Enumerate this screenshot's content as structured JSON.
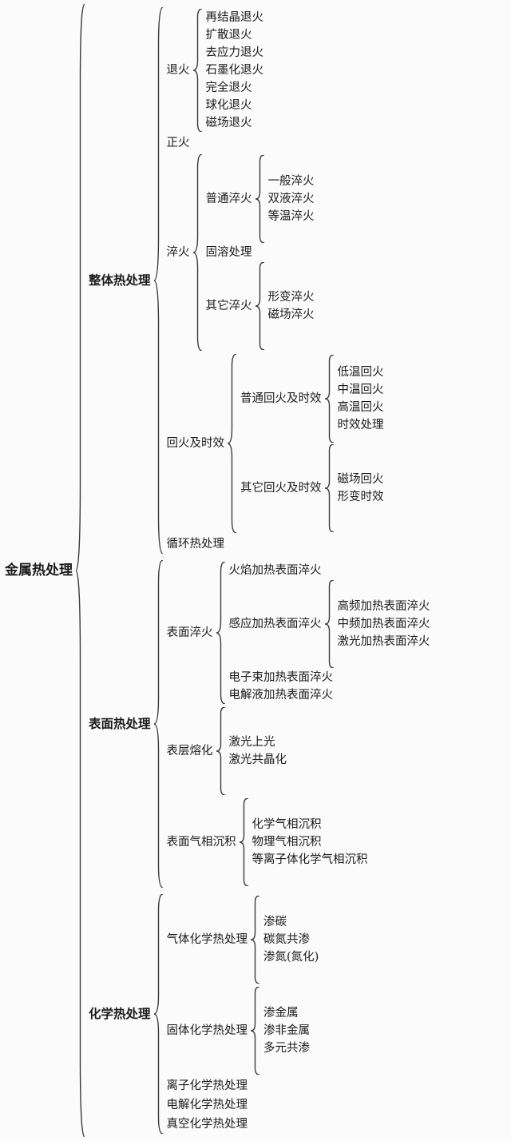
{
  "colors": {
    "background": "#fbfbfb",
    "text": "#1b1b1b",
    "line": "#3a3a3a"
  },
  "chart_title": "金属热处理",
  "tree": {
    "label": "金属热处理",
    "children": [
      {
        "label": "整体热处理",
        "children": [
          {
            "label": "退火",
            "children": [
              {
                "label": "再结晶退火"
              },
              {
                "label": "扩散退火"
              },
              {
                "label": "去应力退火"
              },
              {
                "label": "石墨化退火"
              },
              {
                "label": "完全退火"
              },
              {
                "label": "球化退火"
              },
              {
                "label": "磁场退火"
              }
            ]
          },
          {
            "label": "正火"
          },
          {
            "label": "淬火",
            "children": [
              {
                "label": "普通淬火",
                "children": [
                  {
                    "label": "一般淬火"
                  },
                  {
                    "label": "双液淬火"
                  },
                  {
                    "label": "等温淬火"
                  }
                ]
              },
              {
                "label": "固溶处理"
              },
              {
                "label": "其它淬火",
                "children": [
                  {
                    "label": "形变淬火"
                  },
                  {
                    "label": "磁场淬火"
                  }
                ]
              }
            ]
          },
          {
            "label": "回火及时效",
            "children": [
              {
                "label": "普通回火及时效",
                "children": [
                  {
                    "label": "低温回火"
                  },
                  {
                    "label": "中温回火"
                  },
                  {
                    "label": "高温回火"
                  },
                  {
                    "label": "时效处理"
                  }
                ]
              },
              {
                "label": "其它回火及时效",
                "children": [
                  {
                    "label": "磁场回火"
                  },
                  {
                    "label": "形变时效"
                  }
                ]
              }
            ]
          },
          {
            "label": "循环热处理"
          }
        ]
      },
      {
        "label": "表面热处理",
        "children": [
          {
            "label": "表面淬火",
            "children": [
              {
                "label": "火焰加热表面淬火"
              },
              {
                "label": "感应加热表面淬火",
                "children": [
                  {
                    "label": "高频加热表面淬火"
                  },
                  {
                    "label": "中频加热表面淬火"
                  },
                  {
                    "label": "激光加热表面淬火"
                  }
                ]
              },
              {
                "label": "电子束加热表面淬火"
              },
              {
                "label": "电解液加热表面淬火"
              }
            ]
          },
          {
            "label": "表层熔化",
            "children": [
              {
                "label": "激光上光"
              },
              {
                "label": "激光共晶化"
              }
            ]
          },
          {
            "label": "表面气相沉积",
            "children": [
              {
                "label": "化学气相沉积"
              },
              {
                "label": "物理气相沉积"
              },
              {
                "label": "等离子体化学气相沉积"
              }
            ]
          }
        ]
      },
      {
        "label": "化学热处理",
        "children": [
          {
            "label": "气体化学热处理",
            "children": [
              {
                "label": "渗碳"
              },
              {
                "label": "碳氮共渗"
              },
              {
                "label": "渗氮(氮化)"
              }
            ]
          },
          {
            "label": "固体化学热处理",
            "children": [
              {
                "label": "渗金属"
              },
              {
                "label": "渗非金属"
              },
              {
                "label": "多元共渗"
              }
            ]
          },
          {
            "label": "离子化学热处理"
          },
          {
            "label": "电解化学热处理"
          },
          {
            "label": "真空化学热处理"
          }
        ]
      }
    ]
  }
}
